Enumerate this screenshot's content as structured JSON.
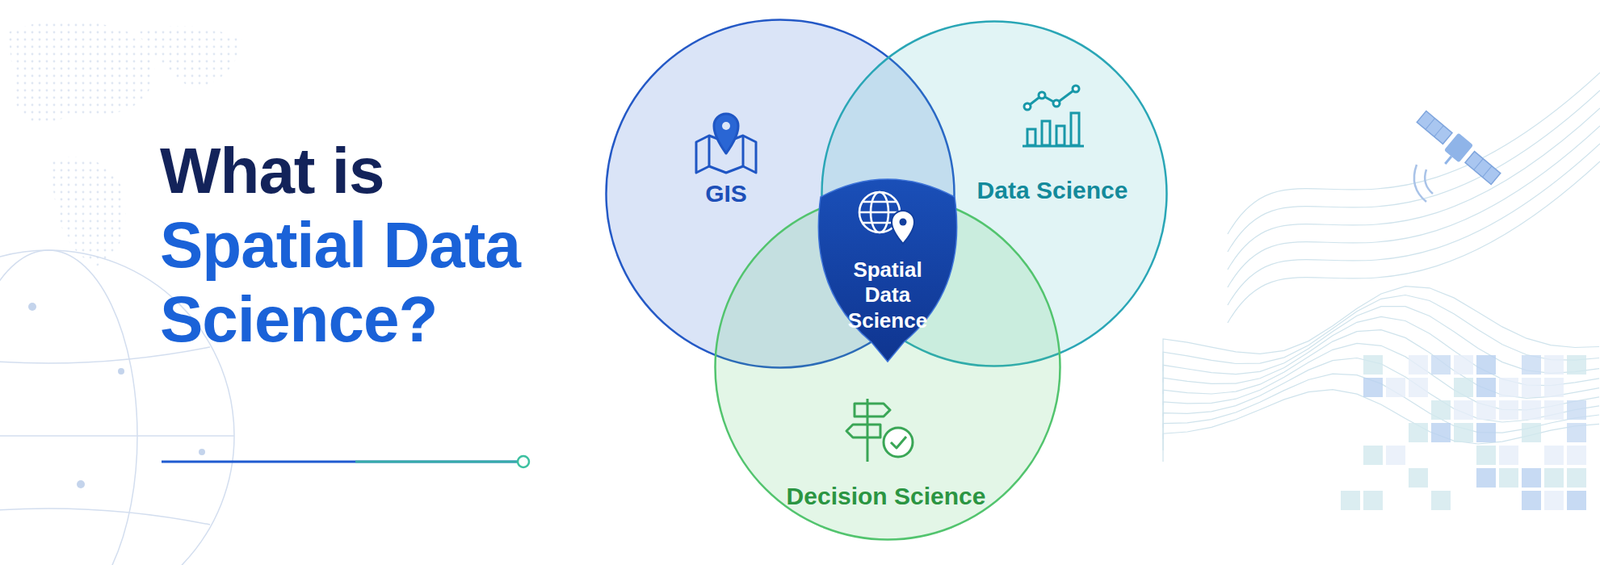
{
  "diagram": {
    "title": "What is Spatial Data Science?",
    "nodes": [
      {
        "text": [
          "GIS"
        ]
      },
      {
        "text": [
          "Data Science"
        ]
      },
      {
        "text": [
          "Decision Science"
        ]
      },
      {
        "text": [
          "Spatial Data Science"
        ]
      }
    ]
  }
}
